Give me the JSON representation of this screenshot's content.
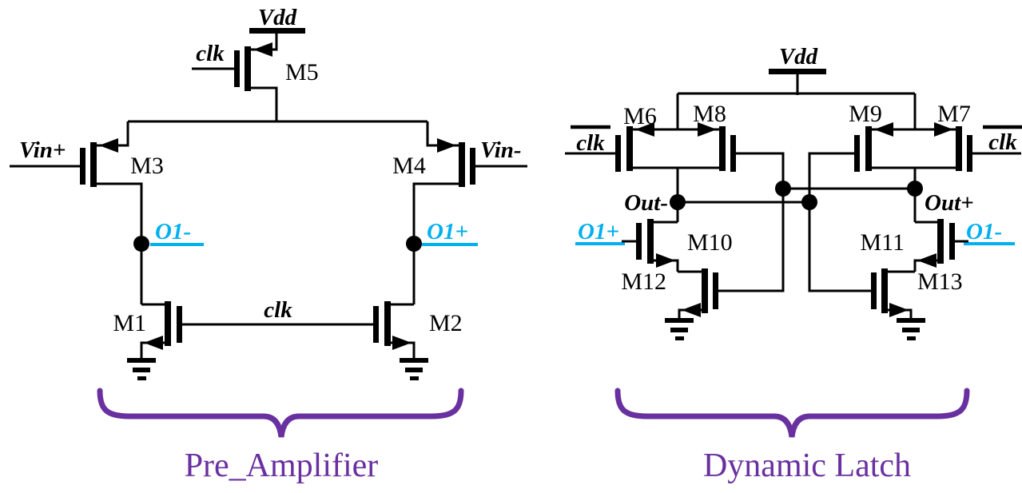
{
  "figure": {
    "description": "Two-stage dynamic comparator circuit schematic",
    "background": "#FFFFFF",
    "colors": {
      "wire": "#000000",
      "signal_accent": "#00B0F0",
      "section_annotation": "#6930A0"
    }
  },
  "pre_amplifier": {
    "section_label": "Pre_Amplifier",
    "power": {
      "vdd": "Vdd"
    },
    "clock": {
      "tail_switch": "clk",
      "differential_pair": "clk"
    },
    "inputs": {
      "vin_plus": "Vin+",
      "vin_minus": "Vin-"
    },
    "outputs": {
      "o1_minus": "O1-",
      "o1_plus": "O1+"
    },
    "transistors": {
      "m1": "M1",
      "m2": "M2",
      "m3": "M3",
      "m4": "M4",
      "m5": "M5"
    }
  },
  "dynamic_latch": {
    "section_label": "Dynamic Latch",
    "power": {
      "vdd": "Vdd"
    },
    "clock": {
      "left": "clk",
      "right": "clk",
      "overline_notation": true
    },
    "inputs": {
      "o1_plus": "O1+",
      "o1_minus": "O1-"
    },
    "outputs": {
      "out_minus": "Out-",
      "out_plus": "Out+"
    },
    "transistors": {
      "m6": "M6",
      "m7": "M7",
      "m8": "M8",
      "m9": "M9",
      "m10": "M10",
      "m11": "M11",
      "m12": "M12",
      "m13": "M13"
    }
  }
}
